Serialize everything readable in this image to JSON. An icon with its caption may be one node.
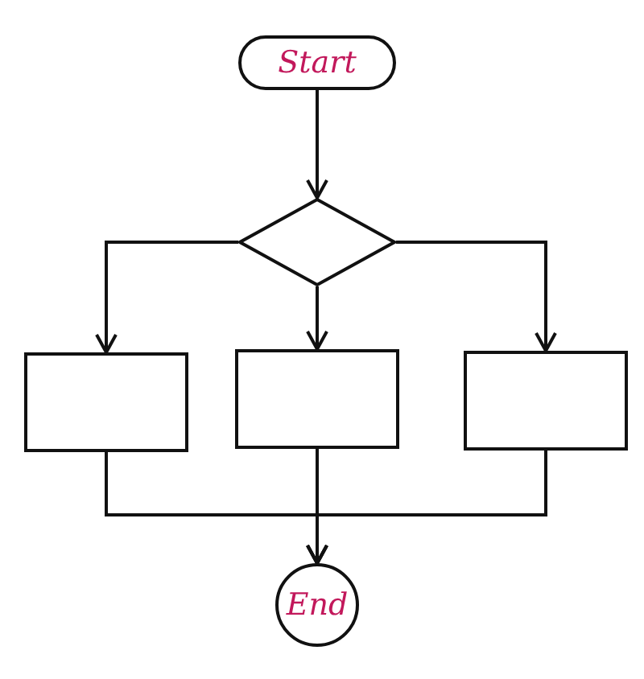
{
  "diagram": {
    "nodes": [
      {
        "text": [
          "Start"
        ]
      },
      {
        "text": [],
        "shape": "diamond"
      },
      {
        "text": [],
        "shape": "box"
      },
      {
        "text": [],
        "shape": "box"
      },
      {
        "text": [],
        "shape": "box"
      },
      {
        "text": [
          "End"
        ]
      }
    ],
    "edges": [
      {
        "from": 0,
        "to": 1,
        "arrow": "to"
      },
      {
        "from": 1,
        "to": 2,
        "arrow": "to"
      },
      {
        "from": 1,
        "to": 3,
        "arrow": "to"
      },
      {
        "from": 1,
        "to": 4,
        "arrow": "to"
      },
      {
        "from": 2,
        "to": 5,
        "arrow": "to"
      },
      {
        "from": 3,
        "to": 5,
        "arrow": "to"
      },
      {
        "from": 4,
        "to": 5,
        "arrow": "to"
      }
    ]
  }
}
